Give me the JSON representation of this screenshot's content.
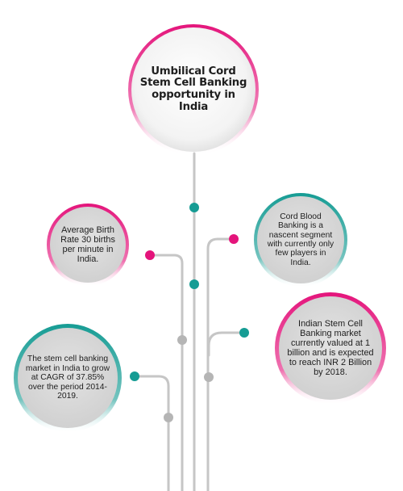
{
  "colors": {
    "pink": "#e4147b",
    "teal": "#169c94",
    "line_gray": "#c6c6c6",
    "dot_gray": "#b5b5b5",
    "bubble_fill": "#dadada",
    "text": "#1e1e1e"
  },
  "main": {
    "title": "Umbilical Cord Stem Cell Banking opportunity in India"
  },
  "facts": {
    "birth_rate": "Average Birth Rate 30 births per minute in India.",
    "cord_blood": "Cord Blood Banking is a nascent segment with currently only few players in India.",
    "cagr": "The stem cell banking market in India to grow at CAGR of 37.85% over the period 2014-2019.",
    "market_value": "Indian Stem Cell Banking market currently valued at 1 billion and is expected to reach INR 2 Billion by 2018."
  }
}
